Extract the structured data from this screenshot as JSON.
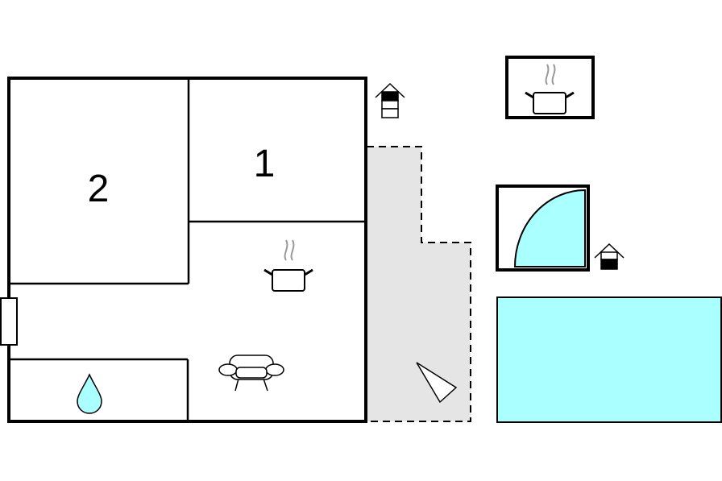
{
  "floorplan": {
    "rooms": [
      {
        "id": "bedroom-2",
        "label": "2"
      },
      {
        "id": "bedroom-1",
        "label": "1"
      }
    ],
    "icons": {
      "kitchen": "cooking-pot-icon",
      "living": "sofa-icon",
      "bathroom": "water-drop-icon",
      "level": "house-floor-level-icon",
      "terrace": "terrace-area",
      "outdoor_kitchen": "cooking-pot-icon",
      "hot_tub": "quarter-circle-pool-icon",
      "pool": "pool-rectangle",
      "north": "north-arrow-icon"
    },
    "colors": {
      "water": "#aaffff",
      "terrace": "#e5e5e5",
      "walls": "#000000"
    }
  }
}
